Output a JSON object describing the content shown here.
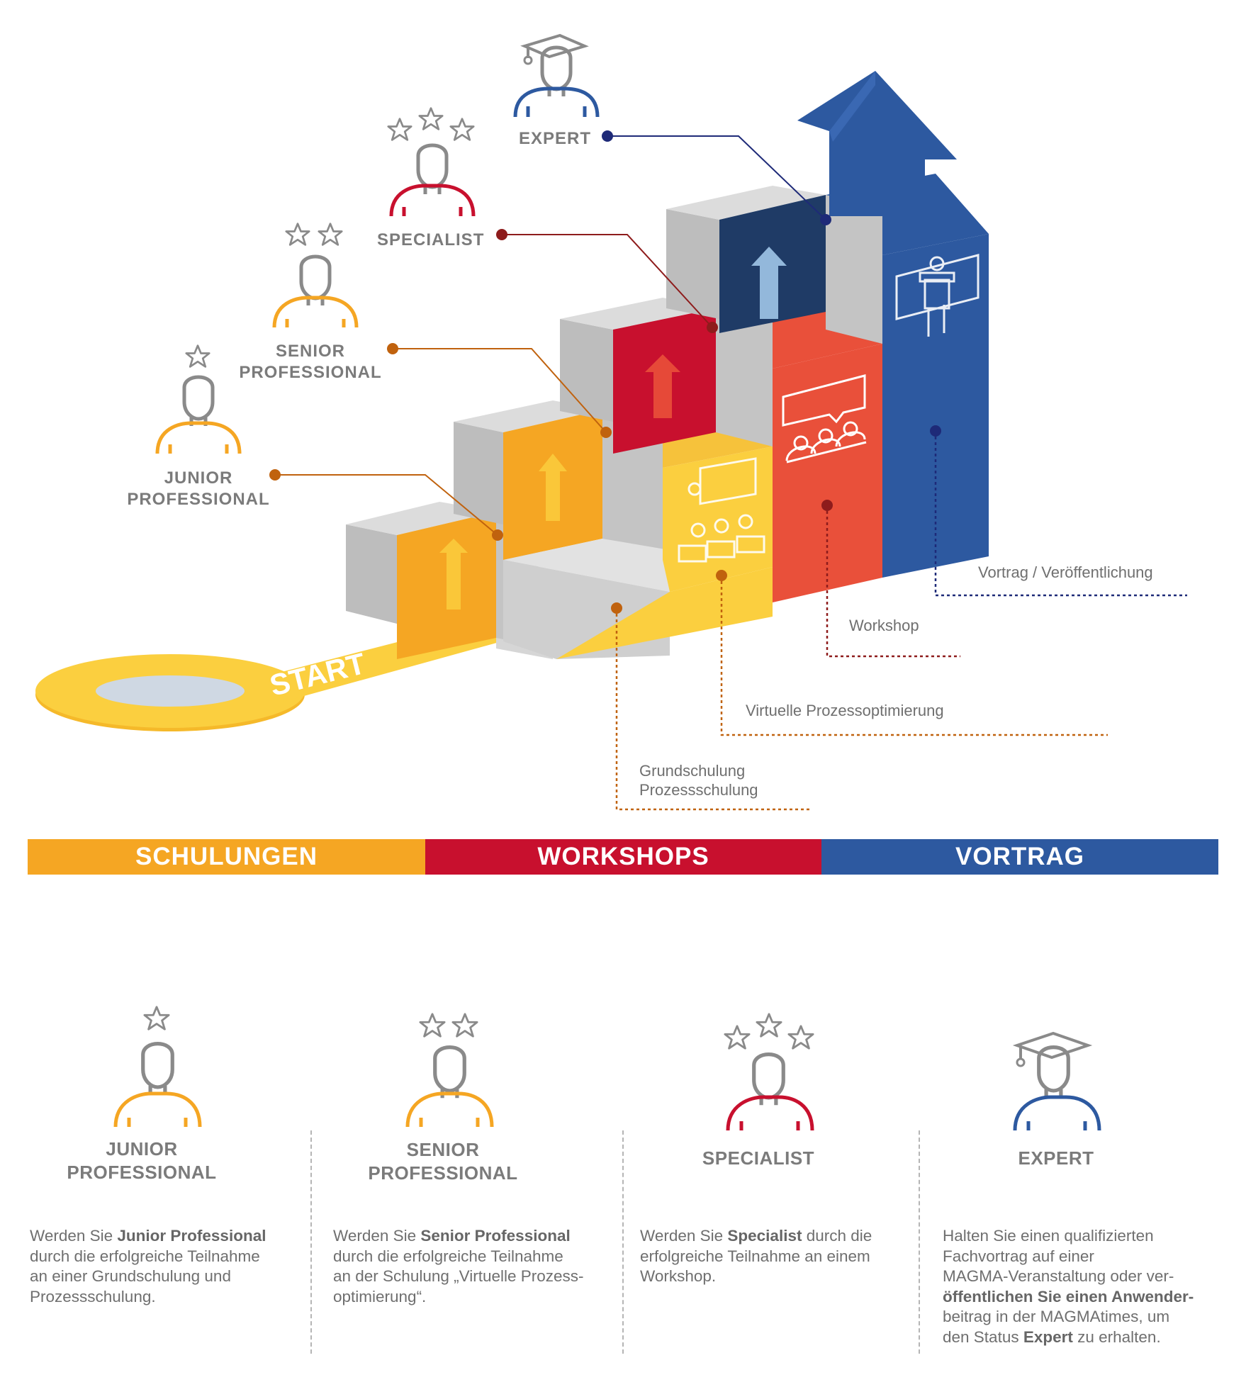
{
  "levels": {
    "expert": "EXPERT",
    "specialist": "SPECIALIST",
    "senior_l1": "SENIOR",
    "senior_l2": "PROFESSIONAL",
    "junior_l1": "JUNIOR",
    "junior_l2": "PROFESSIONAL"
  },
  "start_label": "START",
  "activities": {
    "vortrag": "Vortrag / Veröffentlichung",
    "workshop": "Workshop",
    "virtuell": "Virtuelle Prozessoptimierung",
    "grund_l1": "Grundschulung",
    "grund_l2": "Prozessschulung"
  },
  "categories": [
    {
      "label": "SCHULUNGEN",
      "color": "#f5a623"
    },
    {
      "label": "WORKSHOPS",
      "color": "#c8102e"
    },
    {
      "label": "VORTRAG",
      "color": "#2d59a0"
    }
  ],
  "columns": {
    "junior": {
      "title_l1": "JUNIOR",
      "title_l2": "PROFESSIONAL",
      "d_pre": "Werden Sie ",
      "d_bold": "Junior Professional",
      "d_l2": "durch die erfolgreiche Teilnahme",
      "d_l3": "an einer  Grundschulung und",
      "d_l4": "Prozessschulung."
    },
    "senior": {
      "title_l1": "SENIOR",
      "title_l2": "PROFESSIONAL",
      "d_pre": "Werden Sie ",
      "d_bold": "Senior Professional",
      "d_l2": "durch die erfolgreiche Teilnahme",
      "d_l3": "an der Schulung „Virtuelle Prozess-",
      "d_l4": "optimierung“."
    },
    "specialist": {
      "title_l1": "SPECIALIST",
      "d_pre": "Werden Sie ",
      "d_bold": "Specialist",
      "d_post": " durch die",
      "d_l2": "erfolgreiche Teilnahme an einem",
      "d_l3": "Workshop."
    },
    "expert": {
      "title_l1": "EXPERT",
      "d_l1": "Halten Sie einen qualifizierten",
      "d_l2": "Fachvortrag auf einer",
      "d_l3": "MAGMA-Veranstaltung oder ver-",
      "d_l4b": "öffentlichen Sie einen Anwender-",
      "d_l5": "beitrag in der MAGMAtimes, um",
      "d_l6_pre": "den Status ",
      "d_l6_bold": "Expert",
      "d_l6_post": " zu erhalten."
    }
  },
  "colors": {
    "yellow": "#fbcf3f",
    "orange": "#f5a623",
    "red": "#c8102e",
    "red_light": "#e9503a",
    "blue": "#2d59a0",
    "navy": "#1f3b66",
    "gray": "#c4c4c4",
    "text_gray": "#7b7b7b",
    "junior_line": "#c0620e",
    "senior_line": "#c0620e",
    "specialist_line": "#8e1c1c",
    "expert_line": "#1e2a78"
  }
}
